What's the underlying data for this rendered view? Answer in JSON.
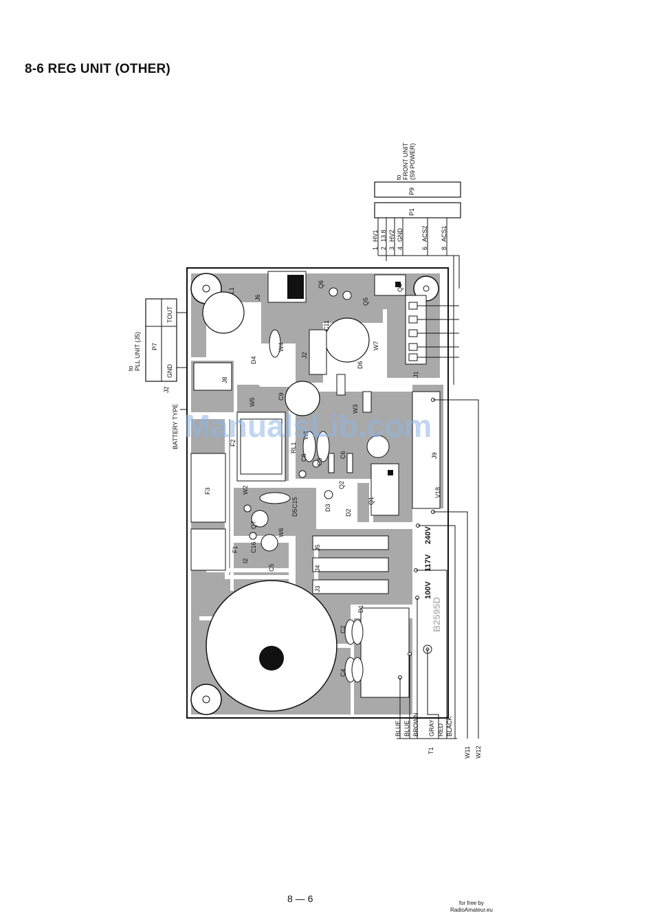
{
  "page": {
    "title": "8-6  REG UNIT (OTHER)",
    "page_number": "8 — 6",
    "credit_line1": "for free by",
    "credit_line2": "RadioAmateur.eu",
    "watermark": "ManualsLib.com",
    "board_mark": "B2595D"
  },
  "top_connector": {
    "to": "to",
    "dest_line1": "FRONT UNIT",
    "dest_line2": "(S9 POWER)",
    "plug_p9": "P9",
    "plug_p1": "P1",
    "pins": [
      {
        "num": "1",
        "name": "HV1"
      },
      {
        "num": "2",
        "name": "13.8"
      },
      {
        "num": "3",
        "name": "HV2"
      },
      {
        "num": "4",
        "name": "GND"
      },
      {
        "num": "6",
        "name": "ACS2"
      },
      {
        "num": "8",
        "name": "ACS1"
      }
    ]
  },
  "left_connector": {
    "to": "to",
    "dest": "PLL  UNIT (J5)",
    "plug": "P7",
    "jack": "J2",
    "pin_gnd": "GND",
    "pin_tout": "TOUT",
    "battery": "BATTERY TYPE"
  },
  "transformer": {
    "label": "T1",
    "wires": [
      "BLUE",
      "BLUE",
      "BROWN",
      "GRAY",
      "RED",
      "BLACK"
    ],
    "w11": "W11",
    "w12": "W12"
  },
  "voltages": [
    "240V",
    "117V",
    "100V"
  ],
  "components": {
    "L1": "L1",
    "J6": "J6",
    "Q6": "Q6",
    "Q5": "Q5",
    "Q4": "Q4",
    "C11": "C11",
    "J2": "J2",
    "W7": "W7",
    "D6": "D6",
    "J1": "J1",
    "D4": "D4",
    "W4": "W4",
    "J8": "J8",
    "W5": "W5",
    "C9": "C9",
    "W3": "W3",
    "C6": "C6",
    "F2": "F2",
    "RL1": "RL1",
    "C8": "C8",
    "C3": "C3",
    "Q1": "Q1",
    "J9": "J9",
    "V18": "V18",
    "F3": "F3",
    "W2": "W2",
    "C15": "C15",
    "D5": "D5",
    "D3": "D3",
    "D2": "D2",
    "Q2": "Q2",
    "Q7": "Q7",
    "W6": "W6",
    "F1": "F1",
    "C16": "C16",
    "I2": "I2",
    "J5": "J5",
    "J4": "J4",
    "J3": "J3",
    "C5": "C5",
    "D1": "D1",
    "C2": "C2",
    "C4": "C4",
    "W1": "W1"
  }
}
